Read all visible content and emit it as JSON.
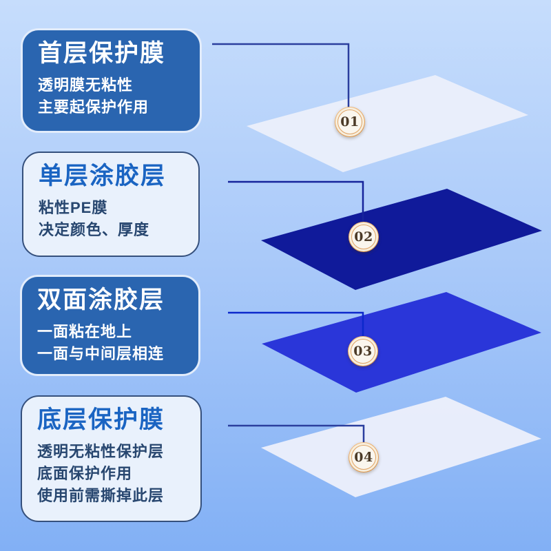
{
  "canvas": {
    "bg_gradient_top": "#c6ddfc",
    "bg_gradient_bottom": "#82b0f5"
  },
  "colors": {
    "card_blue_bg": "#2a65b0",
    "card_blue_border": "#e2ecfb",
    "card_light_bg": "#e9f1fc",
    "card_light_border": "#35507c",
    "light_card_title": "#1a64c2",
    "light_card_desc": "#27466f",
    "badge_ring": "#e5a055",
    "badge_fill": "#faf6ee",
    "badge_text": "#4b3a27"
  },
  "sections": [
    {
      "title": "首层保护膜",
      "desc_lines": [
        "透明膜无粘性",
        "主要起保护作用"
      ],
      "badge": "01",
      "card_variant": "blue",
      "sheet_fill": "#eff1fb",
      "sheet_opacity": "0.88",
      "connector_color": "#2b3e9e"
    },
    {
      "title": "单层涂胶层",
      "desc_lines": [
        "粘性PE膜",
        "决定颜色、厚度"
      ],
      "badge": "02",
      "card_variant": "light",
      "sheet_fill": "#101a9a",
      "sheet_opacity": "1",
      "connector_color": "#16249b"
    },
    {
      "title": "双面涂胶层",
      "desc_lines": [
        "一面粘在地上",
        "一面与中间层相连"
      ],
      "badge": "03",
      "card_variant": "blue",
      "sheet_fill": "#2a36d9",
      "sheet_opacity": "1",
      "connector_color": "#0c28cc"
    },
    {
      "title": "底层保护膜",
      "desc_lines": [
        "透明无粘性保护层",
        "底面保护作用",
        "使用前需撕掉此层"
      ],
      "badge": "04",
      "card_variant": "light",
      "sheet_fill": "#eff1fb",
      "sheet_opacity": "0.93",
      "connector_color": "#2b3e9e"
    }
  ]
}
